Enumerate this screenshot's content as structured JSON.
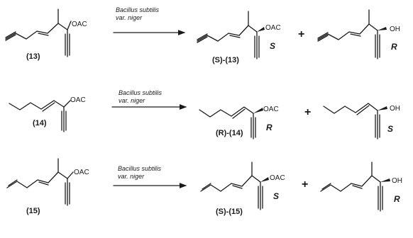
{
  "reactions": [
    {
      "substrate_label": "(13)",
      "condition_line1": "Bacillus subtilis",
      "condition_line2": "var. niger",
      "product1_label": "(S)-(13)",
      "product1_config": "S",
      "product1_group": "OAC",
      "product2_config": "R",
      "product2_group": "OH",
      "substrate_group": "OAC",
      "plus": "+"
    },
    {
      "substrate_label": "(14)",
      "condition_line1": "Bacillus subtilis",
      "condition_line2": "var. niger",
      "product1_label": "(R)-(14)",
      "product1_config": "R",
      "product1_group": "OAC",
      "product2_config": "S",
      "product2_group": "OH",
      "substrate_group": "OAC",
      "plus": "+"
    },
    {
      "substrate_label": "(15)",
      "condition_line1": "Bacillus subtilis",
      "condition_line2": "var. niger",
      "product1_label": "(S)-(15)",
      "product1_config": "S",
      "product1_group": "OAC",
      "product2_config": "R",
      "product2_group": "OH",
      "substrate_group": "OAC",
      "plus": "+"
    }
  ]
}
